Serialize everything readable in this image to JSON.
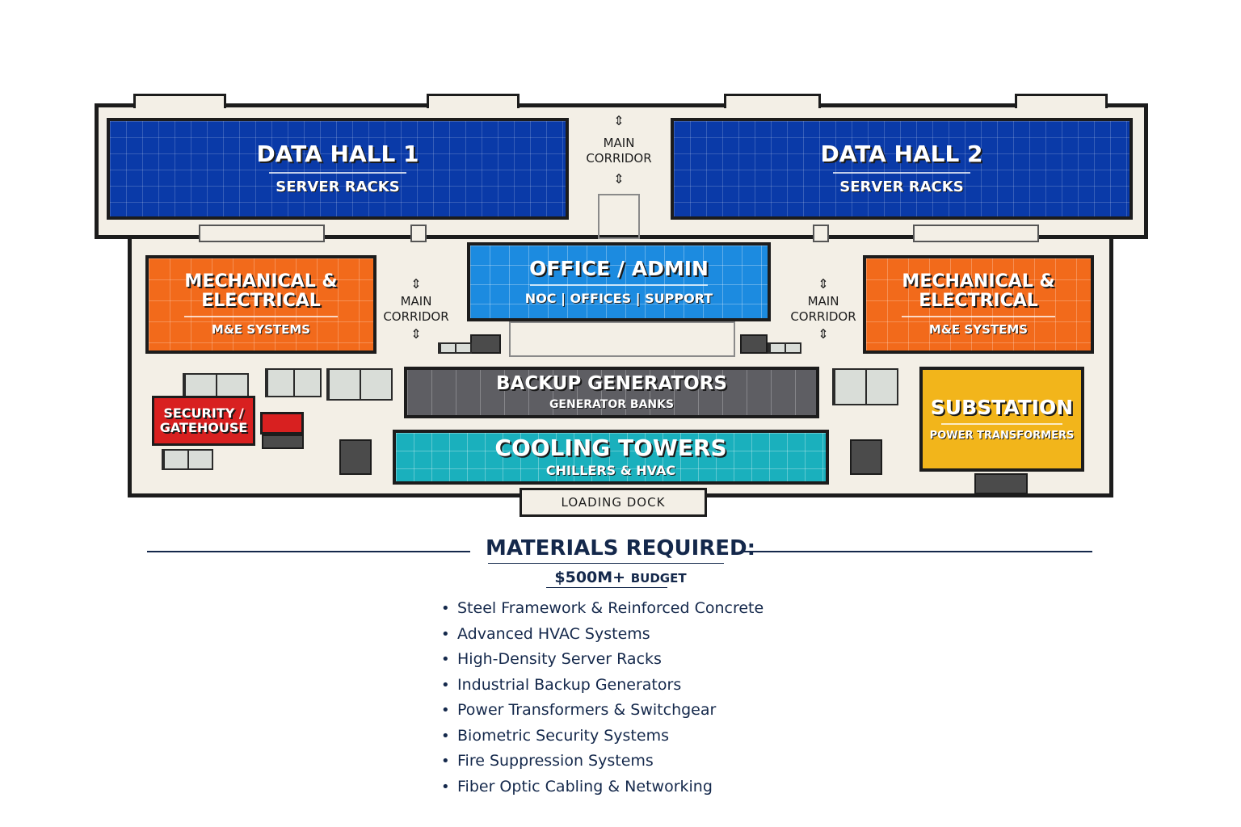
{
  "floor_plan": {
    "data_hall_1": {
      "title": "DATA HALL 1",
      "subtitle": "SERVER RACKS"
    },
    "data_hall_2": {
      "title": "DATA HALL 2",
      "subtitle": "SERVER RACKS"
    },
    "main_corridor_label": "MAIN CORRIDOR",
    "main_corridor_line1": "MAIN",
    "main_corridor_line2": "CORRIDOR",
    "mechanical_left": {
      "title_line1": "MECHANICAL &",
      "title_line2": "ELECTRICAL",
      "subtitle": "M&E SYSTEMS"
    },
    "mechanical_right": {
      "title_line1": "MECHANICAL &",
      "title_line2": "ELECTRICAL",
      "subtitle": "M&E SYSTEMS"
    },
    "office": {
      "title": "OFFICE / ADMIN",
      "subtitle": "NOC | OFFICES | SUPPORT"
    },
    "backup_generators": {
      "title": "BACKUP GENERATORS",
      "subtitle": "GENERATOR BANKS"
    },
    "cooling_towers": {
      "title": "COOLING TOWERS",
      "subtitle": "CHILLERS & HVAC"
    },
    "substation": {
      "title": "SUBSTATION",
      "subtitle": "POWER TRANSFORMERS"
    },
    "security": {
      "title_line1": "SECURITY /",
      "title_line2": "GATEHOUSE"
    },
    "loading_dock": "LOADING DOCK",
    "colors": {
      "data_hall": "#0a3aa8",
      "mechanical": "#f26a1b",
      "office": "#1c8be0",
      "generators": "#5e5e63",
      "cooling": "#1ab0bd",
      "substation": "#f2b51b",
      "security": "#d82020"
    }
  },
  "materials": {
    "heading": "MATERIALS REQUIRED:",
    "budget_amount": "$500M+",
    "budget_label": "BUDGET",
    "items": [
      "Steel Framework & Reinforced Concrete",
      "Advanced HVAC Systems",
      "High-Density Server Racks",
      "Industrial Backup Generators",
      "Power Transformers & Switchgear",
      "Biometric Security Systems",
      "Fire Suppression Systems",
      "Fiber Optic Cabling & Networking"
    ],
    "text_color": "#14284b"
  }
}
